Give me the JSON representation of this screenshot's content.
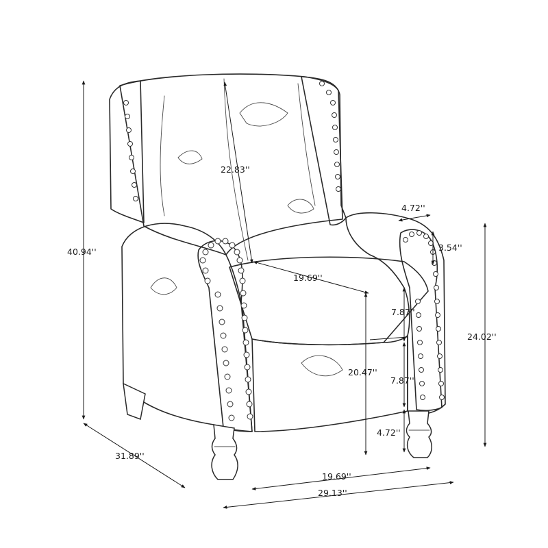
{
  "colors": {
    "line": "#1a1a1a",
    "background": "#ffffff"
  },
  "dimensions": {
    "total_height": "40.94''",
    "back_height": "22.83''",
    "arm_width": "4.72''",
    "arm_height": "3.54''",
    "seat_width": "19.69''",
    "cushion_thickness": "7.87''",
    "arm_total_height": "24.02''",
    "seat_height": "20.47''",
    "lower_height": "7.87''",
    "leg_height": "4.72''",
    "depth": "31.89''",
    "inner_width": "19.69''",
    "total_width": "29.13''"
  }
}
